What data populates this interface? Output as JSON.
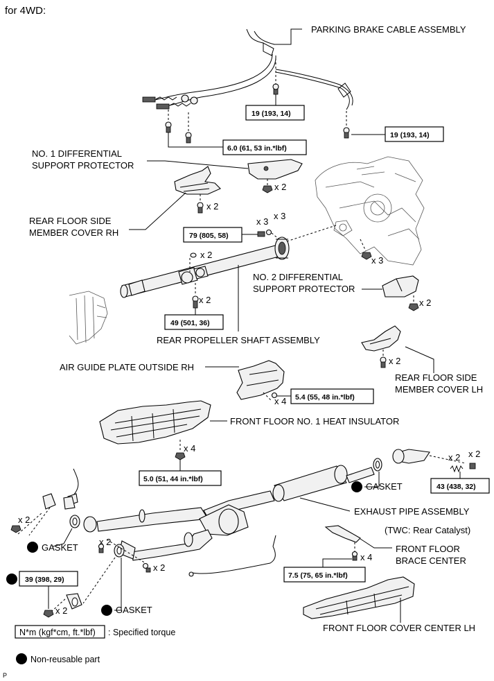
{
  "header": {
    "variant": "for 4WD:"
  },
  "labels": {
    "parking_brake_cable": "PARKING BRAKE CABLE ASSEMBLY",
    "no1_diff_support_protector_l1": "NO. 1 DIFFERENTIAL",
    "no1_diff_support_protector_l2": "SUPPORT PROTECTOR",
    "rear_floor_side_cover_rh_l1": "REAR FLOOR SIDE",
    "rear_floor_side_cover_rh_l2": "MEMBER COVER RH",
    "no2_diff_support_protector_l1": "NO. 2 DIFFERENTIAL",
    "no2_diff_support_protector_l2": "SUPPORT PROTECTOR",
    "rear_propeller_shaft": "REAR PROPELLER SHAFT ASSEMBLY",
    "air_guide_plate": "AIR GUIDE PLATE OUTSIDE RH",
    "rear_floor_side_cover_lh_l1": "REAR FLOOR SIDE",
    "rear_floor_side_cover_lh_l2": "MEMBER COVER LH",
    "front_floor_heat_insulator": "FRONT FLOOR NO. 1 HEAT INSULATOR",
    "gasket": "GASKET",
    "exhaust_pipe": "EXHAUST PIPE ASSEMBLY",
    "twc_note": "(TWC: Rear Catalyst)",
    "front_floor_brace_l1": "FRONT FLOOR",
    "front_floor_brace_l2": "BRACE CENTER",
    "front_floor_cover": "FRONT FLOOR COVER CENTER LH"
  },
  "torques": {
    "t19a": "19 (193, 14)",
    "t19b": "19 (193, 14)",
    "t6": "6.0 (61, 53 in.*lbf)",
    "t79": "79 (805, 58)",
    "t49": "49 (501, 36)",
    "t54": "5.4 (55, 48 in.*lbf)",
    "t50": "5.0 (51, 44 in.*lbf)",
    "t43": "43 (438, 32)",
    "t75": "7.5 (75, 65 in.*lbf)",
    "t39": "39 (398, 29)"
  },
  "quantities": {
    "x2": "x 2",
    "x3": "x 3",
    "x4": "x 4"
  },
  "legend": {
    "torque_unit": "N*m (kgf*cm, ft.*lbf)",
    "torque_desc": ": Specified torque",
    "non_reusable": "Non-reusable part"
  },
  "footer": {
    "code": "P"
  }
}
